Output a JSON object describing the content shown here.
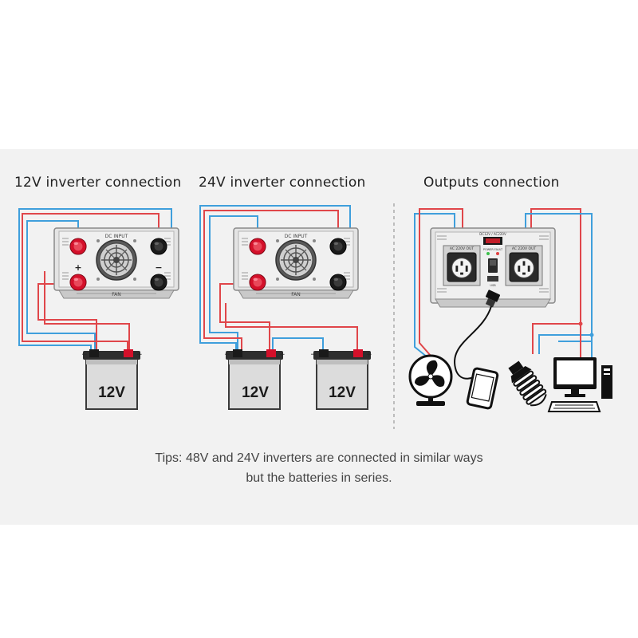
{
  "headings": {
    "twelve_volt": "12V inverter connection",
    "twenty_four_volt": "24V inverter connection",
    "outputs": "Outputs connection"
  },
  "inverter_labels": {
    "dc_input": "DC INPUT",
    "fan": "FAN",
    "plus": "+",
    "minus": "−"
  },
  "output_inverter_labels": {
    "socket": "AC 220V OUT",
    "display_caption": "DC12V / AC220V",
    "power_fault": "POWER  FAULT",
    "usb": "USB"
  },
  "battery": {
    "label": "12V",
    "minus": "−",
    "plus": "+"
  },
  "tips": {
    "line1": "Tips: 48V and 24V inverters are connected in similar ways",
    "line2": "but the batteries in series."
  },
  "icons": [
    "fan-icon",
    "smartphone-icon",
    "light-bulb-icon",
    "desktop-computer-icon",
    "usb-plug-icon"
  ],
  "colors": {
    "background_panel": "#f2f2f2",
    "wire_red": "#e0464a",
    "wire_blue": "#3f9fdc",
    "terminal_red": "#d4102a",
    "terminal_black": "#1a1a1a",
    "battery_body": "#dcdcdc",
    "inverter_body": "#e6e6e6"
  }
}
